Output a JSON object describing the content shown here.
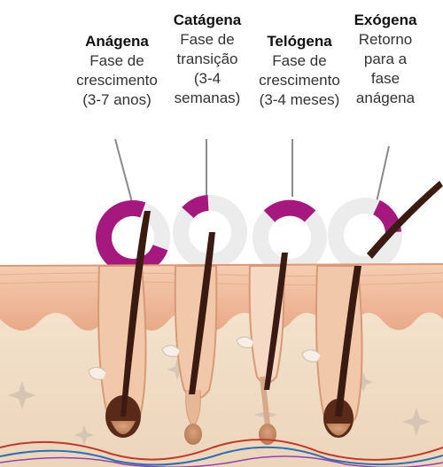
{
  "phases": [
    {
      "title": "Anágena",
      "lines": [
        "Fase de",
        "crescimento",
        "(3-7 anos)"
      ]
    },
    {
      "title": "Catágena",
      "lines": [
        "Fase de",
        "transição",
        "(3-4",
        "semanas)"
      ]
    },
    {
      "title": "Telógena",
      "lines": [
        "Fase de",
        "crescimento",
        "(3-4 meses)"
      ]
    },
    {
      "title": "Exógena",
      "lines": [
        "Retorno",
        "para a",
        "fase",
        "anágena"
      ]
    }
  ],
  "colors": {
    "skin_top": "#f0bfa0",
    "dermis": "#f1dfc8",
    "hair": "#3b1a12",
    "cycle_magenta": "#a5197f",
    "cycle_grey": "#e6e6e6"
  },
  "icons": [
    "hair-strand-icon",
    "cycle-ring-icon",
    "nerve-vessel-icon"
  ]
}
